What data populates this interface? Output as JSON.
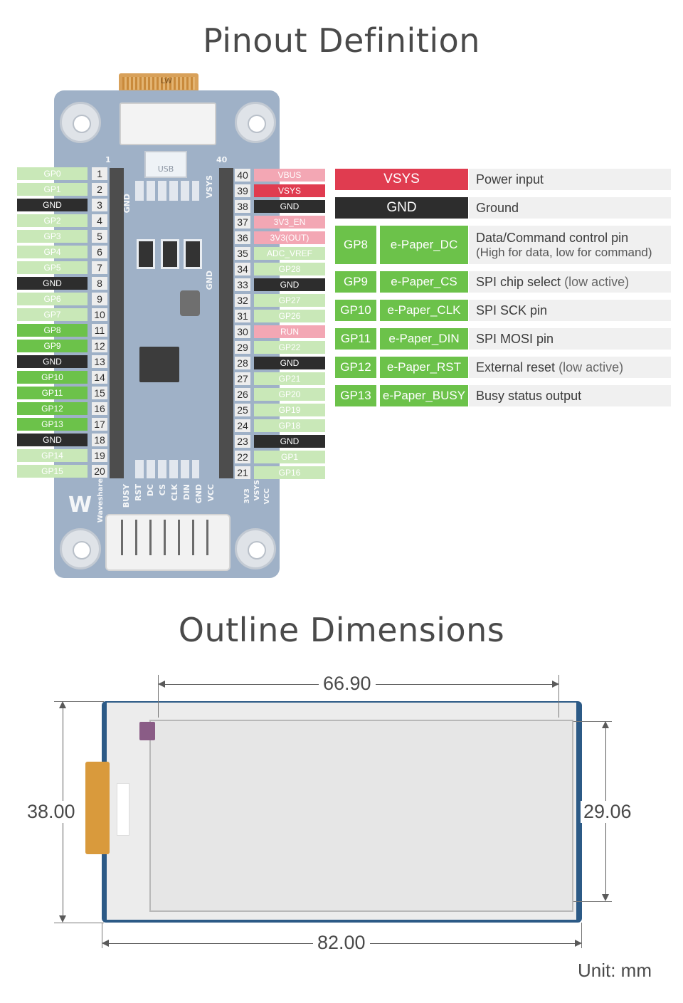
{
  "titles": {
    "pinout": "Pinout Definition",
    "outline": "Outline Dimensions"
  },
  "colors": {
    "gpio_light": "#c9e8b8",
    "gpio_used": "#6cc24a",
    "gnd": "#2d2d2d",
    "power_red": "#e03c50",
    "power_pink": "#f3a7b4",
    "board_blue": "#9fb1c7",
    "panel_navy": "#2c5a86"
  },
  "board": {
    "usb_label": "USB",
    "fpc_label": "LW",
    "silk_top_left": "1",
    "silk_top_right": "40",
    "silk_vsys": "VSYS",
    "silk_gnd_left": "GND",
    "silk_gnd_right": "GND",
    "silk_brand": "Waveshare",
    "connector_labels": [
      "BUSY",
      "RST",
      "DC",
      "CS",
      "CLK",
      "DIN",
      "GND",
      "VCC"
    ],
    "switch_labels": [
      "3V3",
      "VSYS",
      "VCC"
    ]
  },
  "left_pins": [
    {
      "num": "1",
      "label": "GP0",
      "kind": "light"
    },
    {
      "num": "2",
      "label": "GP1",
      "kind": "light"
    },
    {
      "num": "3",
      "label": "GND",
      "kind": "gnd"
    },
    {
      "num": "4",
      "label": "GP2",
      "kind": "light"
    },
    {
      "num": "5",
      "label": "GP3",
      "kind": "light"
    },
    {
      "num": "6",
      "label": "GP4",
      "kind": "light"
    },
    {
      "num": "7",
      "label": "GP5",
      "kind": "light"
    },
    {
      "num": "8",
      "label": "GND",
      "kind": "gnd"
    },
    {
      "num": "9",
      "label": "GP6",
      "kind": "light"
    },
    {
      "num": "10",
      "label": "GP7",
      "kind": "light"
    },
    {
      "num": "11",
      "label": "GP8",
      "kind": "used"
    },
    {
      "num": "12",
      "label": "GP9",
      "kind": "used"
    },
    {
      "num": "13",
      "label": "GND",
      "kind": "gnd"
    },
    {
      "num": "14",
      "label": "GP10",
      "kind": "used"
    },
    {
      "num": "15",
      "label": "GP11",
      "kind": "used"
    },
    {
      "num": "16",
      "label": "GP12",
      "kind": "used"
    },
    {
      "num": "17",
      "label": "GP13",
      "kind": "used"
    },
    {
      "num": "18",
      "label": "GND",
      "kind": "gnd"
    },
    {
      "num": "19",
      "label": "GP14",
      "kind": "light"
    },
    {
      "num": "20",
      "label": "GP15",
      "kind": "light"
    }
  ],
  "right_pins": [
    {
      "num": "40",
      "label": "VBUS",
      "kind": "pink"
    },
    {
      "num": "39",
      "label": "VSYS",
      "kind": "red"
    },
    {
      "num": "38",
      "label": "GND",
      "kind": "gnd"
    },
    {
      "num": "37",
      "label": "3V3_EN",
      "kind": "pink"
    },
    {
      "num": "36",
      "label": "3V3(OUT)",
      "kind": "pink"
    },
    {
      "num": "35",
      "label": "ADC_VREF",
      "kind": "light"
    },
    {
      "num": "34",
      "label": "GP28",
      "kind": "light"
    },
    {
      "num": "33",
      "label": "GND",
      "kind": "gnd"
    },
    {
      "num": "32",
      "label": "GP27",
      "kind": "light"
    },
    {
      "num": "31",
      "label": "GP26",
      "kind": "light"
    },
    {
      "num": "30",
      "label": "RUN",
      "kind": "pink"
    },
    {
      "num": "29",
      "label": "GP22",
      "kind": "light"
    },
    {
      "num": "28",
      "label": "GND",
      "kind": "gnd"
    },
    {
      "num": "27",
      "label": "GP21",
      "kind": "light"
    },
    {
      "num": "26",
      "label": "GP20",
      "kind": "light"
    },
    {
      "num": "25",
      "label": "GP19",
      "kind": "light"
    },
    {
      "num": "24",
      "label": "GP18",
      "kind": "light"
    },
    {
      "num": "23",
      "label": "GND",
      "kind": "gnd"
    },
    {
      "num": "22",
      "label": "GP1",
      "kind": "light"
    },
    {
      "num": "21",
      "label": "GP16",
      "kind": "light"
    }
  ],
  "pin_table": [
    {
      "pin": "VSYS",
      "function": "",
      "desc": "Power input",
      "desc2": "",
      "desc_light": "",
      "kind": "red"
    },
    {
      "pin": "GND",
      "function": "",
      "desc": "Ground",
      "desc2": "",
      "desc_light": "",
      "kind": "gnd"
    },
    {
      "pin": "GP8",
      "function": "e-Paper_DC",
      "desc": "Data/Command control pin",
      "desc2": "(High for data, low for command)",
      "desc_light": "",
      "kind": "used"
    },
    {
      "pin": "GP9",
      "function": "e-Paper_CS",
      "desc": "SPI chip select",
      "desc2": "",
      "desc_light": "(low active)",
      "kind": "used"
    },
    {
      "pin": "GP10",
      "function": "e-Paper_CLK",
      "desc": "SPI SCK pin",
      "desc2": "",
      "desc_light": "",
      "kind": "used"
    },
    {
      "pin": "GP11",
      "function": "e-Paper_DIN",
      "desc": "SPI MOSI pin",
      "desc2": "",
      "desc_light": "",
      "kind": "used"
    },
    {
      "pin": "GP12",
      "function": "e-Paper_RST",
      "desc": "External reset",
      "desc2": "",
      "desc_light": "(low active)",
      "kind": "used"
    },
    {
      "pin": "GP13",
      "function": "e-Paper_BUSY",
      "desc": "Busy status output",
      "desc2": "",
      "desc_light": "",
      "kind": "used"
    }
  ],
  "dimensions": {
    "active_width": "66.90",
    "outer_width": "82.00",
    "outer_height": "38.00",
    "active_height": "29.06",
    "unit": "Unit: mm"
  }
}
